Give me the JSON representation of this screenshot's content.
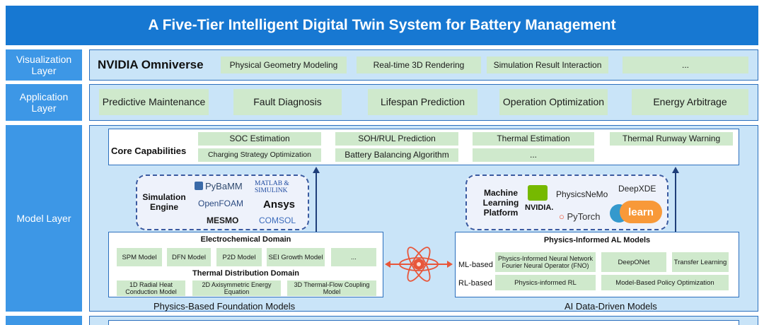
{
  "title": "A Five-Tier Intelligent Digital Twin System for Battery Management",
  "layers": {
    "visualization": "Visualization Layer",
    "application": "Application Layer",
    "model": "Model Layer"
  },
  "visualization": {
    "brand": "NVIDIA Omniverse",
    "items": [
      "Physical Geometry Modeling",
      "Real-time 3D Rendering",
      "Simulation Result Interaction",
      "..."
    ]
  },
  "application": {
    "items": [
      "Predictive Maintenance",
      "Fault Diagnosis",
      "Lifespan Prediction",
      "Operation Optimization",
      "Energy Arbitrage"
    ]
  },
  "core": {
    "heading": "Core Capabilities",
    "row1": [
      "SOC Estimation",
      "SOH/RUL Prediction",
      "Thermal Estimation",
      "Thermal Runway Warning"
    ],
    "row2": [
      "Charging Strategy Optimization",
      "Battery Balancing Algorithm",
      "..."
    ]
  },
  "sim_engine": {
    "label": "Simulation Engine",
    "logos": [
      "PyBaMM",
      "MATLAB & SIMULINK",
      "OpenFOAM",
      "Ansys",
      "MESMO",
      "COMSOL"
    ]
  },
  "ml_platform": {
    "label": "Machine Learning Platform",
    "logos": [
      "NVIDIA.",
      "PhysicsNeMo",
      "DeepXDE",
      "PyTorch",
      "learn"
    ]
  },
  "physics": {
    "electro_heading": "Electrochemical Domain",
    "electro_items": [
      "SPM Model",
      "DFN Model",
      "P2D Model",
      "SEI Growth Model",
      "..."
    ],
    "thermal_heading": "Thermal Distribution Domain",
    "thermal_items": [
      "1D Radial Heat Conduction Model",
      "2D Axisymmetric Energy Equation",
      "3D Thermal-Flow Coupling Model"
    ],
    "caption": "Physics-Based Foundation Models"
  },
  "ai": {
    "heading": "Physics-Informed AL Models",
    "ml_label": "ML-based",
    "rl_label": "RL-based",
    "ml_items": [
      "Physics-Informed Neural Network Fourier Neural Operator (FNO)",
      "DeepONet",
      "Transfer Learning"
    ],
    "rl_items": [
      "Physics-informed RL",
      "Model-Based Policy Optimization"
    ],
    "caption": "AI Data-Driven Models"
  },
  "colors": {
    "title_bg": "#1778d2",
    "label_bg": "#3d97e6",
    "panel_bg": "#c9e4f8",
    "green_box": "#cfe9cc",
    "border": "#2b6fbd",
    "atom": "#e8563a"
  }
}
